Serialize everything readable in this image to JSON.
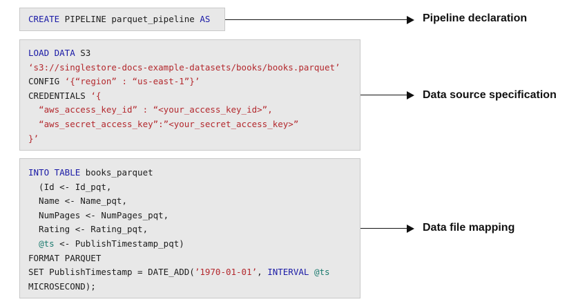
{
  "block1": {
    "line1": {
      "t0": "CREATE",
      "t1": " PIPELINE parquet_pipeline ",
      "t2": "AS"
    }
  },
  "block2": {
    "line1": {
      "t0": "LOAD DATA",
      "t1": " S3"
    },
    "line2": {
      "t0": "‘s3://singlestore-docs-example-datasets/books/books.parquet’"
    },
    "line3": {
      "t0": "CONFIG ",
      "t1": "‘{“region” : “us-east-1”}’"
    },
    "line4": {
      "t0": "CREDENTIALS ",
      "t1": "‘{"
    },
    "line5": {
      "t0": "  ",
      "t1": "“aws_access_key_id” : “<your_access_key_id>”,"
    },
    "line6": {
      "t0": "  ",
      "t1": "“aws_secret_access_key”:”<your_secret_access_key>”"
    },
    "line7": {
      "t0": "}’"
    }
  },
  "block3": {
    "line1": {
      "t0": "INTO TABLE",
      "t1": " books_parquet"
    },
    "line2": {
      "t0": "  (Id <- Id_pqt,"
    },
    "line3": {
      "t0": "  Name <- Name_pqt,"
    },
    "line4": {
      "t0": "  NumPages <- NumPages_pqt,"
    },
    "line5": {
      "t0": "  Rating <- Rating_pqt,"
    },
    "line6": {
      "t0": "  ",
      "t1": "@ts",
      "t2": " <- PublishTimestamp_pqt)"
    },
    "line7": {
      "t0": "FORMAT PARQUET"
    },
    "line8": {
      "t0": "SET PublishTimestamp = DATE_ADD(",
      "t1": "’1970-01-01’",
      "t2": ", ",
      "t3": "INTERVAL",
      "t4": " ",
      "t5": "@ts"
    },
    "line9": {
      "t0": "MICROSECOND);"
    }
  },
  "labels": {
    "pipeline": "Pipeline declaration",
    "source": "Data source specification",
    "mapping": "Data file mapping"
  }
}
